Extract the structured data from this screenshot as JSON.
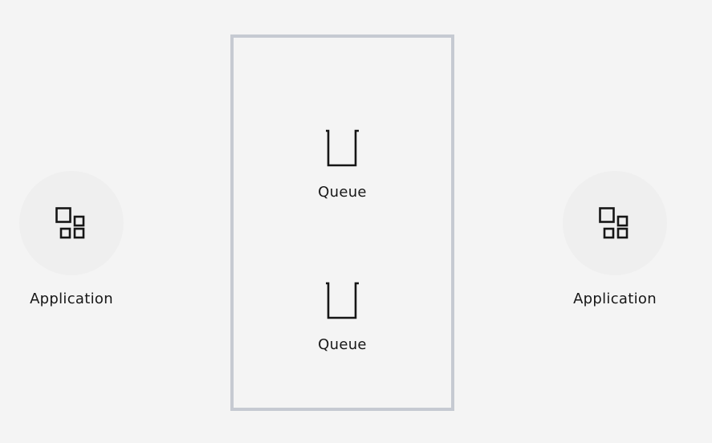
{
  "nodes": {
    "left_application": {
      "label": "Application",
      "icon": "application-icon"
    },
    "right_application": {
      "label": "Application",
      "icon": "application-icon"
    },
    "queues": [
      {
        "label": "Queue",
        "icon": "queue-icon"
      },
      {
        "label": "Queue",
        "icon": "queue-icon"
      }
    ]
  },
  "colors": {
    "background": "#f4f4f4",
    "node_circle": "#efefef",
    "group_border": "#c6cad2",
    "icon_stroke": "#161616"
  }
}
